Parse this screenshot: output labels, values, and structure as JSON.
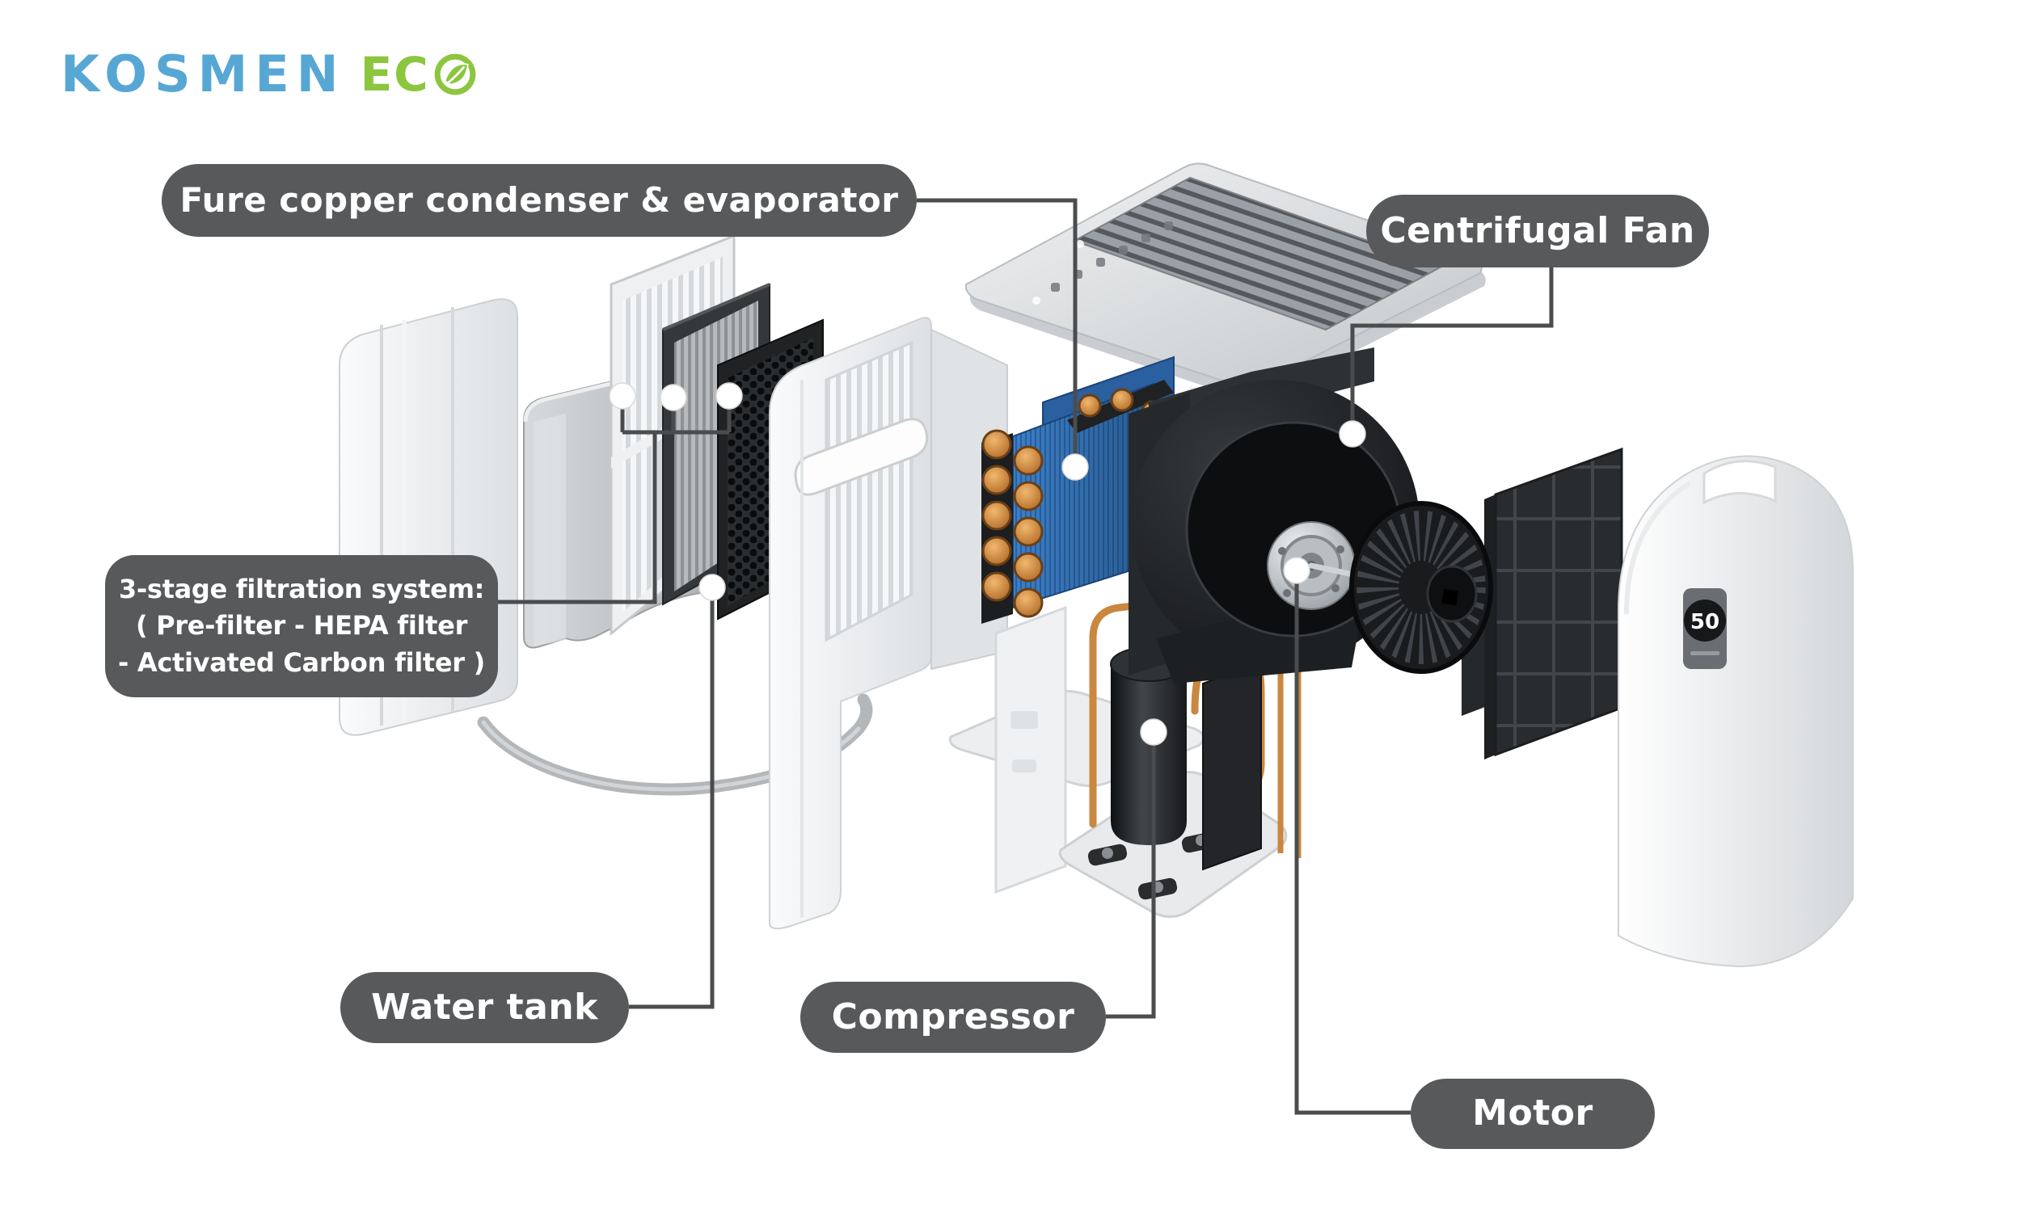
{
  "logo": {
    "brand": "KOSMEN",
    "eco_text": "EC"
  },
  "labels": {
    "condenser": "Fure copper condenser & evaporator",
    "centrifugal_fan": "Centrifugal Fan",
    "filtration_lines": [
      "3-stage filtration system:",
      "( Pre-filter - HEPA filter",
      "- Activated Carbon filter )"
    ],
    "water_tank": "Water tank",
    "compressor": "Compressor",
    "motor": "Motor"
  },
  "display_badge": {
    "value": "50"
  },
  "colors": {
    "brand_blue": "#57a7d5",
    "eco_green": "#8cc63e",
    "label_bg": "#58595b",
    "connector": "#4a4c4e",
    "condenser_blue": "#2f6fb3",
    "copper": "#c9873f"
  }
}
